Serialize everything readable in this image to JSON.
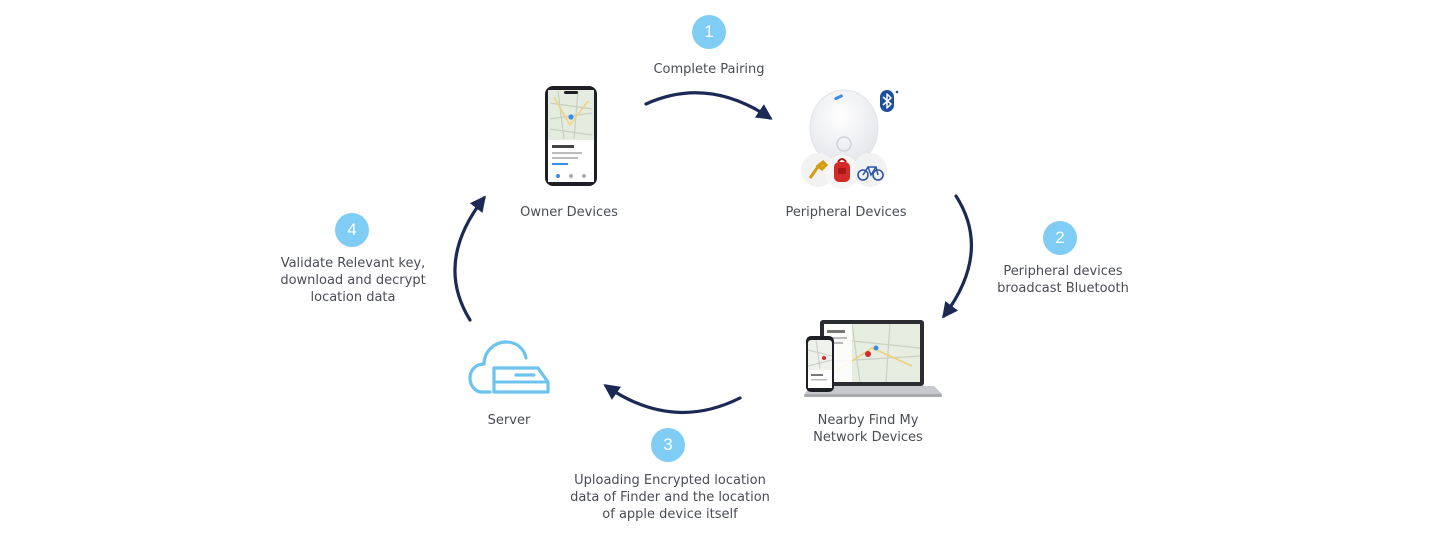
{
  "steps": [
    {
      "number": "1",
      "lines": [
        "Complete Pairing"
      ]
    },
    {
      "number": "2",
      "lines": [
        "Peripheral devices",
        "broadcast Bluetooth"
      ]
    },
    {
      "number": "3",
      "lines": [
        "Uploading Encrypted location",
        "data of Finder and the location",
        "of apple device itself"
      ]
    },
    {
      "number": "4",
      "lines": [
        "Validate Relevant key,",
        "download and decrypt",
        "location data"
      ]
    }
  ],
  "nodes": {
    "owner": {
      "label": "Owner Devices",
      "icon": "smartphone-map-icon"
    },
    "peripheral": {
      "label": "Peripheral Devices",
      "icon": "tracker-tag-icon"
    },
    "nearby": {
      "lines": [
        "Nearby Find My",
        "Network Devices"
      ],
      "icon": "laptop-phone-icon"
    },
    "server": {
      "label": "Server",
      "icon": "cloud-server-icon"
    }
  },
  "colors": {
    "arrow": "#1b2a55",
    "badge": "#7fcdf4",
    "server_icon": "#6cc3ee",
    "text": "#4a4d55"
  }
}
